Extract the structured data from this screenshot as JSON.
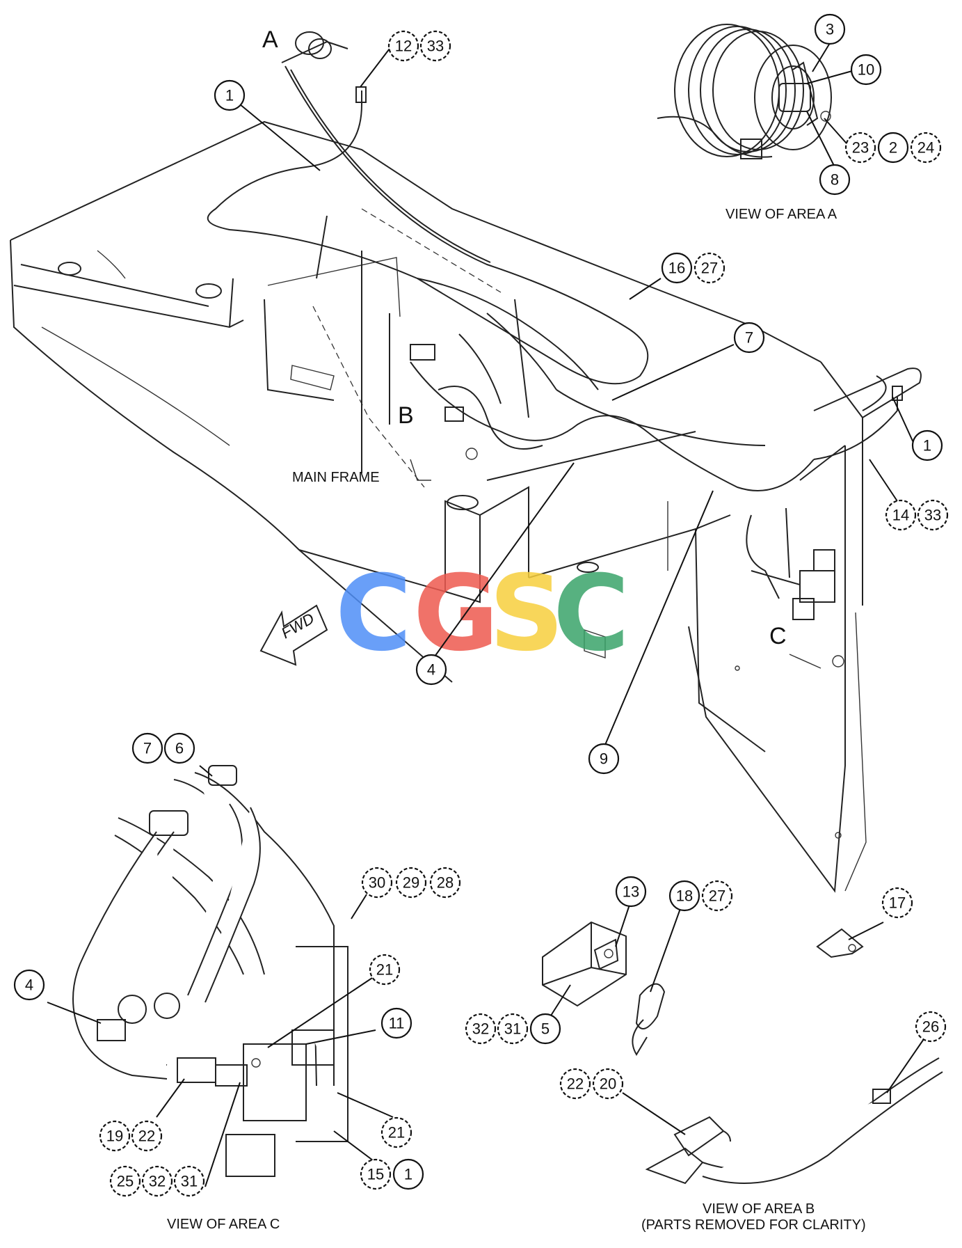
{
  "labels": {
    "view_area_a": "VIEW OF AREA A",
    "main_frame": "MAIN FRAME",
    "fwd": "FWD",
    "view_area_c": "VIEW OF AREA C",
    "view_area_b_line1": "VIEW OF AREA B",
    "view_area_b_line2": "(PARTS REMOVED FOR CLARITY)"
  },
  "area_letters": {
    "a": "A",
    "b": "B",
    "c": "C"
  },
  "watermark": {
    "letters": [
      "C",
      "G",
      "S",
      "C"
    ],
    "colors": [
      "#4f8ff7",
      "#ee5a50",
      "#f7cf3e",
      "#3aa46a"
    ]
  },
  "callouts": [
    {
      "group": "top-left-1",
      "items": [
        "1"
      ]
    },
    {
      "group": "top-12-33",
      "items": [
        "12",
        "33"
      ]
    },
    {
      "group": "area-a-3",
      "items": [
        "3"
      ]
    },
    {
      "group": "area-a-10",
      "items": [
        "10"
      ]
    },
    {
      "group": "area-a-23-2-24",
      "items": [
        "23",
        "2",
        "24"
      ]
    },
    {
      "group": "area-a-8",
      "items": [
        "8"
      ]
    },
    {
      "group": "main-16-27",
      "items": [
        "16",
        "27"
      ]
    },
    {
      "group": "main-7",
      "items": [
        "7"
      ]
    },
    {
      "group": "main-1-right",
      "items": [
        "1"
      ]
    },
    {
      "group": "main-14-33",
      "items": [
        "14",
        "33"
      ]
    },
    {
      "group": "main-4",
      "items": [
        "4"
      ]
    },
    {
      "group": "main-9",
      "items": [
        "9"
      ]
    },
    {
      "group": "c-7-6",
      "items": [
        "7",
        "6"
      ]
    },
    {
      "group": "c-30-29-28",
      "items": [
        "30",
        "29",
        "28"
      ]
    },
    {
      "group": "c-21-top",
      "items": [
        "21"
      ]
    },
    {
      "group": "c-11",
      "items": [
        "11"
      ]
    },
    {
      "group": "c-4",
      "items": [
        "4"
      ]
    },
    {
      "group": "c-19-22",
      "items": [
        "19",
        "22"
      ]
    },
    {
      "group": "c-21-bottom",
      "items": [
        "21"
      ]
    },
    {
      "group": "c-25-32-31",
      "items": [
        "25",
        "32",
        "31"
      ]
    },
    {
      "group": "c-15-1",
      "items": [
        "15",
        "1"
      ]
    },
    {
      "group": "b-13",
      "items": [
        "13"
      ]
    },
    {
      "group": "b-18-27",
      "items": [
        "18",
        "27"
      ]
    },
    {
      "group": "b-17",
      "items": [
        "17"
      ]
    },
    {
      "group": "b-32-31-5",
      "items": [
        "32",
        "31",
        "5"
      ]
    },
    {
      "group": "b-26",
      "items": [
        "26"
      ]
    },
    {
      "group": "b-22-20",
      "items": [
        "22",
        "20"
      ]
    }
  ]
}
